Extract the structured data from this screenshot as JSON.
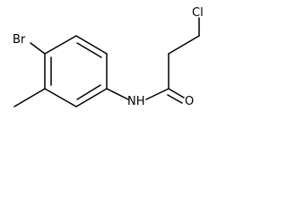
{
  "molecule": {
    "name": "",
    "atoms": {
      "bromine": "Br",
      "chlorine": "Cl",
      "nitrogen_hydrogen": "NH",
      "oxygen": "O"
    }
  }
}
